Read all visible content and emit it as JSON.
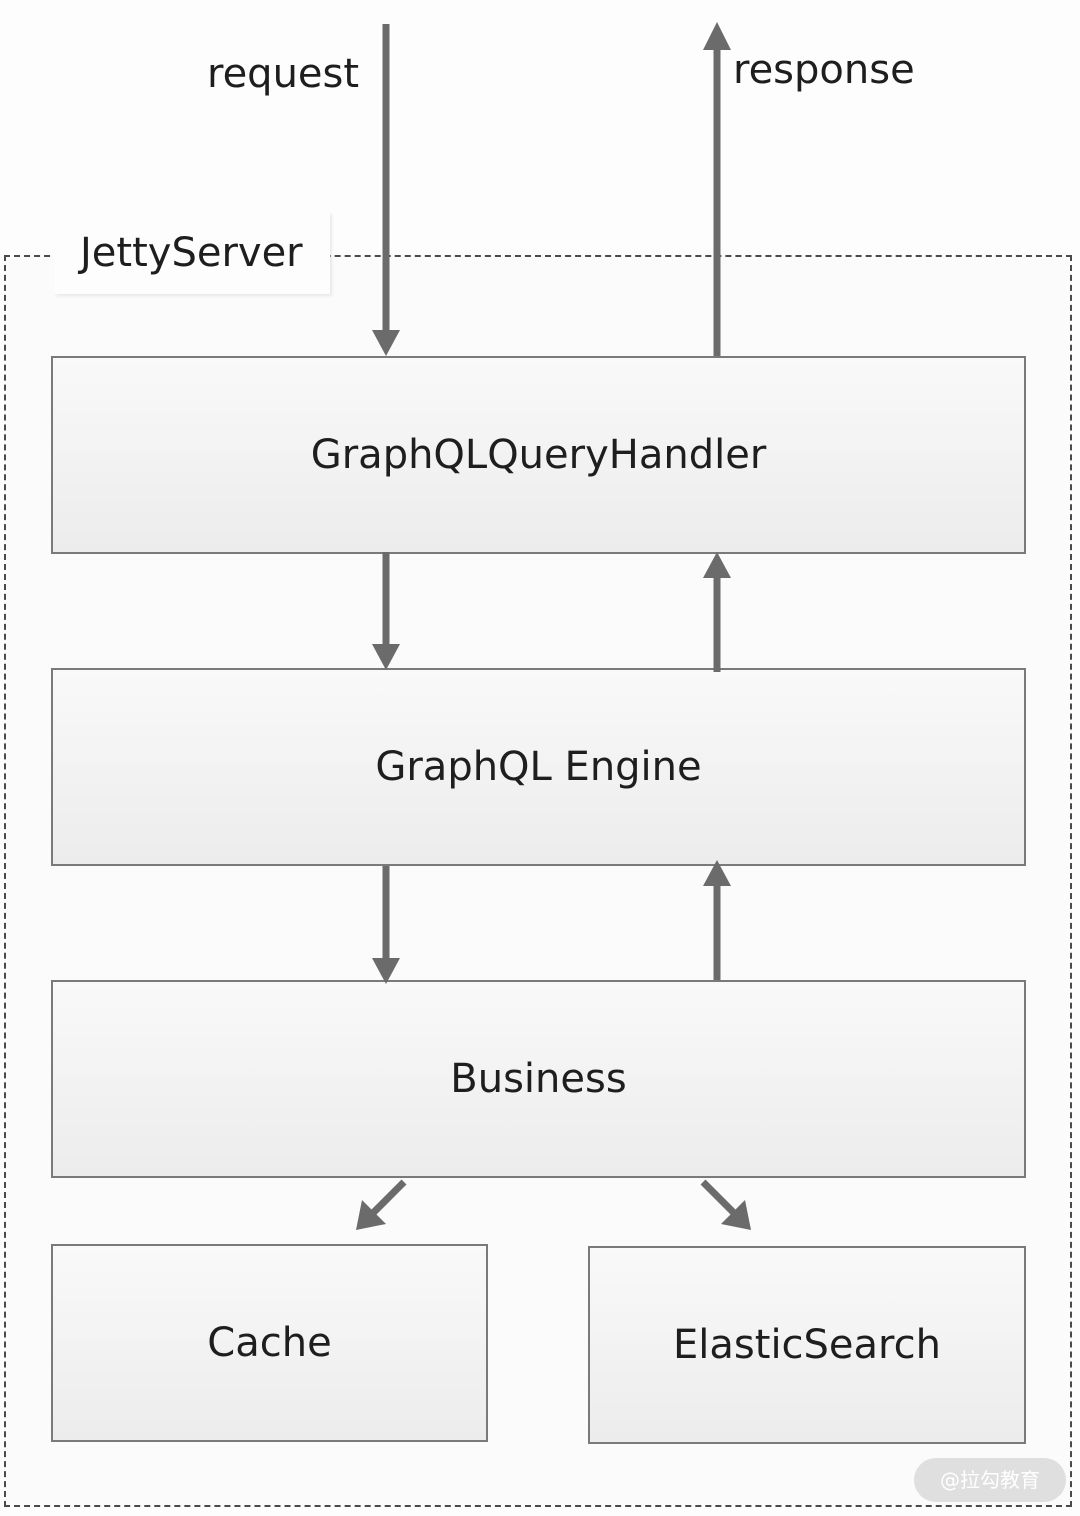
{
  "labels": {
    "request": "request",
    "response": "response"
  },
  "container": {
    "title": "JettyServer"
  },
  "boxes": {
    "handler": "GraphQLQueryHandler",
    "engine": "GraphQL Engine",
    "business": "Business",
    "cache": "Cache",
    "elasticsearch": "ElasticSearch"
  },
  "watermark": "@拉勾教育",
  "colors": {
    "arrow": "#6b6b6b",
    "box_border": "#7a7a7a",
    "container_border": "#4a4a4a"
  }
}
